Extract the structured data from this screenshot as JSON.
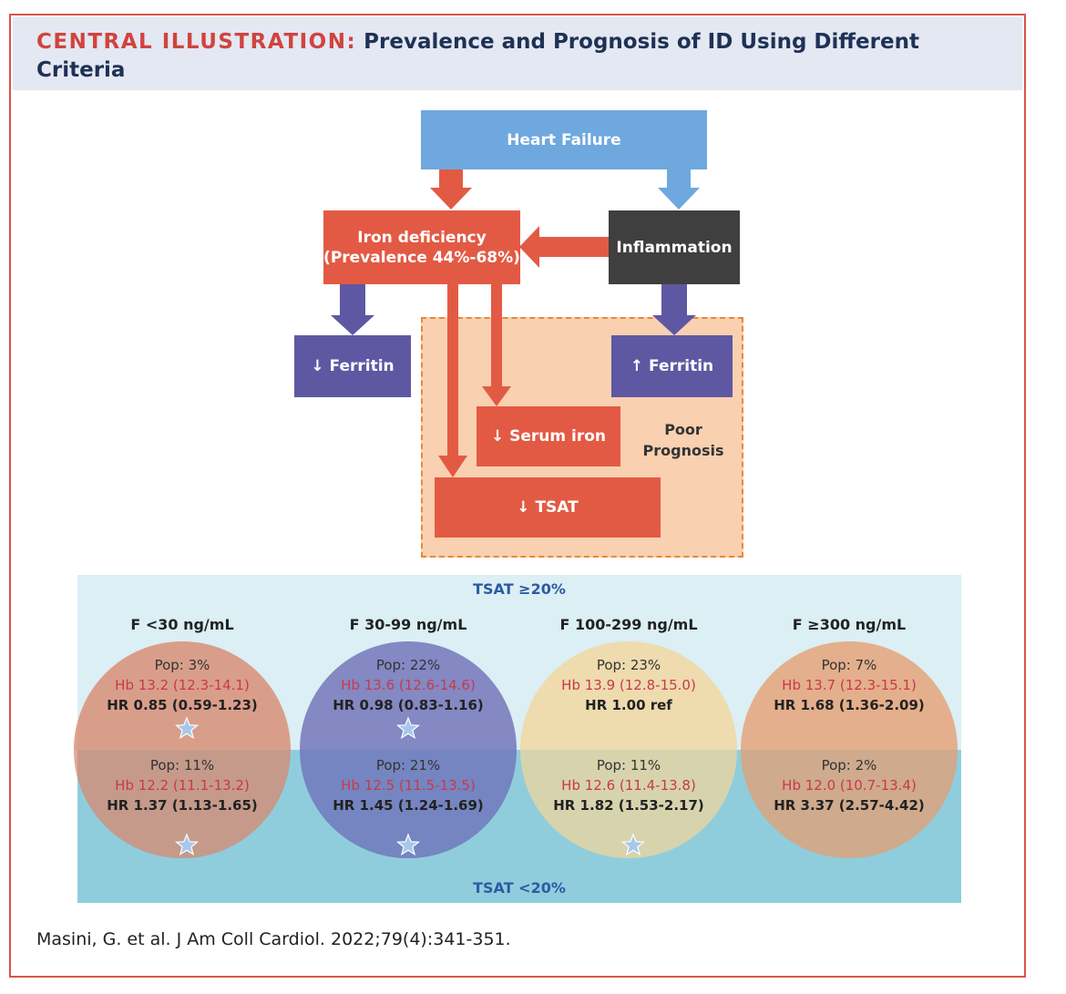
{
  "header": {
    "label": "CENTRAL ILLUSTRATION:",
    "title": "Prevalence and Prognosis of ID Using Different Criteria"
  },
  "flow": {
    "heart_failure": "Heart Failure",
    "iron_deficiency": "Iron deficiency",
    "prevalence": "(Prevalence 44%-68%)",
    "inflammation": "Inflammation",
    "ferritin_low": "↓ Ferritin",
    "ferritin_high": "↑ Ferritin",
    "serum_iron": "↓ Serum iron",
    "tsat": "↓ TSAT",
    "poor_prognosis": "Poor Prognosis"
  },
  "grid": {
    "tsat_high": "TSAT ≥20%",
    "tsat_low": "TSAT <20%",
    "columns": [
      {
        "header": "F <30 ng/mL",
        "color": "#d9876b",
        "high": {
          "pop": "Pop: 3%",
          "hb": "Hb 13.2 (12.3-14.1)",
          "hr": "HR 0.85 (0.59-1.23)",
          "star": true
        },
        "low": {
          "pop": "Pop: 11%",
          "hb": "Hb 12.2 (11.1-13.2)",
          "hr": "HR 1.37 (1.13-1.65)",
          "star": true
        }
      },
      {
        "header": "F 30-99 ng/mL",
        "color": "#6b6ab5",
        "high": {
          "pop": "Pop: 22%",
          "hb": "Hb 13.6 (12.6-14.6)",
          "hr": "HR 0.98 (0.83-1.16)",
          "star": true
        },
        "low": {
          "pop": "Pop: 21%",
          "hb": "Hb 12.5 (11.5-13.5)",
          "hr": "HR 1.45 (1.24-1.69)",
          "star": true
        }
      },
      {
        "header": "F 100-299 ng/mL",
        "color": "#f3d59a",
        "high": {
          "pop": "Pop: 23%",
          "hb": "Hb 13.9 (12.8-15.0)",
          "hr": "HR 1.00 ref",
          "star": false
        },
        "low": {
          "pop": "Pop: 11%",
          "hb": "Hb 12.6 (11.4-13.8)",
          "hr": "HR 1.82 (1.53-2.17)",
          "star": true
        }
      },
      {
        "header": "F ≥300 ng/mL",
        "color": "#e79c6e",
        "high": {
          "pop": "Pop: 7%",
          "hb": "Hb 13.7 (12.3-15.1)",
          "hr": "HR 1.68 (1.36-2.09)",
          "star": false
        },
        "low": {
          "pop": "Pop: 2%",
          "hb": "Hb 12.0 (10.7-13.4)",
          "hr": "HR 3.37 (2.57-4.42)",
          "star": false
        }
      }
    ]
  },
  "citation": "Masini, G. et al. J Am Coll Cardiol. 2022;79(4):341-351."
}
